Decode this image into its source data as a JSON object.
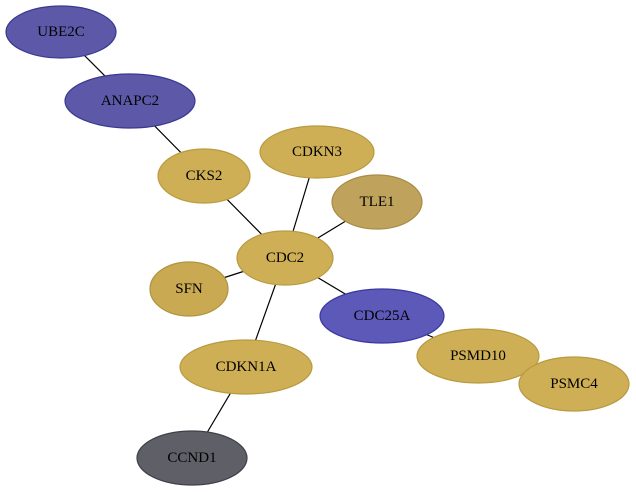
{
  "network": {
    "nodes": [
      {
        "id": "UBE2C",
        "label": "UBE2C",
        "color": "#5d59a8",
        "stroke": "#3a3890"
      },
      {
        "id": "ANAPC2",
        "label": "ANAPC2",
        "color": "#5d59a8",
        "stroke": "#3a3890"
      },
      {
        "id": "CKS2",
        "label": "CKS2",
        "color": "#cfaf55",
        "stroke": "#b89a40"
      },
      {
        "id": "CDKN3",
        "label": "CDKN3",
        "color": "#cfaf55",
        "stroke": "#b89a40"
      },
      {
        "id": "TLE1",
        "label": "TLE1",
        "color": "#bfa35c",
        "stroke": "#a88c45"
      },
      {
        "id": "CDC2",
        "label": "CDC2",
        "color": "#cfaf55",
        "stroke": "#b89a40"
      },
      {
        "id": "SFN",
        "label": "SFN",
        "color": "#c9aa52",
        "stroke": "#b0943e"
      },
      {
        "id": "CDC25A",
        "label": "CDC25A",
        "color": "#5d59b8",
        "stroke": "#3a38a0"
      },
      {
        "id": "CDKN1A",
        "label": "CDKN1A",
        "color": "#cfaf55",
        "stroke": "#b89a40"
      },
      {
        "id": "PSMD10",
        "label": "PSMD10",
        "color": "#cfaf55",
        "stroke": "#b89a40"
      },
      {
        "id": "PSMC4",
        "label": "PSMC4",
        "color": "#cfaf55",
        "stroke": "#b89a40"
      },
      {
        "id": "CCND1",
        "label": "CCND1",
        "color": "#5f5f68",
        "stroke": "#404048"
      }
    ],
    "edges": [
      {
        "source": "UBE2C",
        "target": "ANAPC2"
      },
      {
        "source": "ANAPC2",
        "target": "CKS2"
      },
      {
        "source": "CKS2",
        "target": "CDC2"
      },
      {
        "source": "CDKN3",
        "target": "CDC2"
      },
      {
        "source": "TLE1",
        "target": "CDC2"
      },
      {
        "source": "SFN",
        "target": "CDC2"
      },
      {
        "source": "CDC2",
        "target": "CDC25A"
      },
      {
        "source": "CDC2",
        "target": "CDKN1A"
      },
      {
        "source": "CDC25A",
        "target": "PSMD10"
      },
      {
        "source": "PSMD10",
        "target": "PSMC4"
      },
      {
        "source": "CDKN1A",
        "target": "CCND1"
      }
    ]
  }
}
